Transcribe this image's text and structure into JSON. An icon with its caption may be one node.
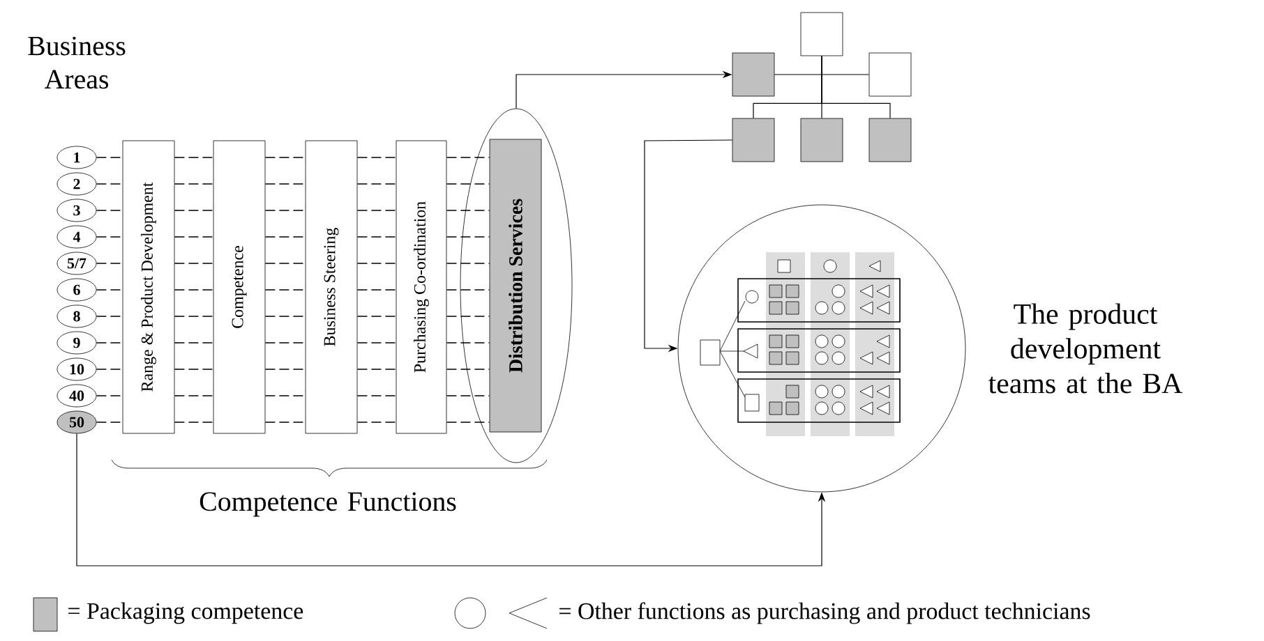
{
  "diagram": {
    "nodes": [
      {
        "text": [
          "1"
        ]
      },
      {
        "text": [
          "2"
        ]
      },
      {
        "text": [
          "3"
        ]
      },
      {
        "text": [
          "4"
        ]
      },
      {
        "text": [
          "5/7"
        ]
      },
      {
        "text": [
          "6"
        ]
      },
      {
        "text": [
          "8"
        ]
      },
      {
        "text": [
          "9"
        ]
      },
      {
        "text": [
          "10"
        ]
      },
      {
        "text": [
          "40"
        ]
      },
      {
        "text": [
          "50"
        ]
      },
      {
        "text": [
          "Range & Product Development"
        ]
      },
      {
        "text": [
          "Competence"
        ]
      },
      {
        "text": [
          "Business Steering"
        ]
      },
      {
        "text": [
          "Purchasing Co-ordination"
        ]
      },
      {
        "text": [
          "Distribution Services"
        ],
        "in": 16
      },
      {
        "text": [],
        "shape": "ellipse"
      },
      {
        "text": [],
        "shape": "box"
      },
      {
        "text": [],
        "shape": "box"
      },
      {
        "text": [],
        "shape": "box"
      },
      {
        "text": [],
        "shape": "box"
      },
      {
        "text": [],
        "shape": "box"
      },
      {
        "text": [],
        "shape": "box"
      },
      {
        "text": [],
        "shape": "circle",
        "beside": [
          "The product development teams at the BA"
        ]
      }
    ],
    "edges": [
      {
        "from": 0,
        "to": 11,
        "arrow": "none",
        "style": "dashed"
      },
      {
        "from": 11,
        "to": 12,
        "arrow": "none",
        "style": "dashed"
      },
      {
        "from": 12,
        "to": 13,
        "arrow": "none",
        "style": "dashed"
      },
      {
        "from": 13,
        "to": 14,
        "arrow": "none",
        "style": "dashed"
      },
      {
        "from": 14,
        "to": 15,
        "arrow": "none",
        "style": "dashed"
      },
      {
        "from": 1,
        "to": 11,
        "arrow": "none",
        "style": "dashed"
      },
      {
        "from": 11,
        "to": 12,
        "arrow": "none",
        "style": "dashed"
      },
      {
        "from": 12,
        "to": 13,
        "arrow": "none",
        "style": "dashed"
      },
      {
        "from": 13,
        "to": 14,
        "arrow": "none",
        "style": "dashed"
      },
      {
        "from": 14,
        "to": 15,
        "arrow": "none",
        "style": "dashed"
      },
      {
        "from": 2,
        "to": 11,
        "arrow": "none",
        "style": "dashed"
      },
      {
        "from": 11,
        "to": 12,
        "arrow": "none",
        "style": "dashed"
      },
      {
        "from": 12,
        "to": 13,
        "arrow": "none",
        "style": "dashed"
      },
      {
        "from": 13,
        "to": 14,
        "arrow": "none",
        "style": "dashed"
      },
      {
        "from": 14,
        "to": 15,
        "arrow": "none",
        "style": "dashed"
      },
      {
        "from": 3,
        "to": 11,
        "arrow": "none",
        "style": "dashed"
      },
      {
        "from": 11,
        "to": 12,
        "arrow": "none",
        "style": "dashed"
      },
      {
        "from": 12,
        "to": 13,
        "arrow": "none",
        "style": "dashed"
      },
      {
        "from": 13,
        "to": 14,
        "arrow": "none",
        "style": "dashed"
      },
      {
        "from": 14,
        "to": 15,
        "arrow": "none",
        "style": "dashed"
      },
      {
        "from": 4,
        "to": 11,
        "arrow": "none",
        "style": "dashed"
      },
      {
        "from": 11,
        "to": 12,
        "arrow": "none",
        "style": "dashed"
      },
      {
        "from": 12,
        "to": 13,
        "arrow": "none",
        "style": "dashed"
      },
      {
        "from": 13,
        "to": 14,
        "arrow": "none",
        "style": "dashed"
      },
      {
        "from": 14,
        "to": 15,
        "arrow": "none",
        "style": "dashed"
      },
      {
        "from": 5,
        "to": 11,
        "arrow": "none",
        "style": "dashed"
      },
      {
        "from": 11,
        "to": 12,
        "arrow": "none",
        "style": "dashed"
      },
      {
        "from": 12,
        "to": 13,
        "arrow": "none",
        "style": "dashed"
      },
      {
        "from": 13,
        "to": 14,
        "arrow": "none",
        "style": "dashed"
      },
      {
        "from": 14,
        "to": 15,
        "arrow": "none",
        "style": "dashed"
      },
      {
        "from": 6,
        "to": 11,
        "arrow": "none",
        "style": "dashed"
      },
      {
        "from": 11,
        "to": 12,
        "arrow": "none",
        "style": "dashed"
      },
      {
        "from": 12,
        "to": 13,
        "arrow": "none",
        "style": "dashed"
      },
      {
        "from": 13,
        "to": 14,
        "arrow": "none",
        "style": "dashed"
      },
      {
        "from": 14,
        "to": 15,
        "arrow": "none",
        "style": "dashed"
      },
      {
        "from": 7,
        "to": 11,
        "arrow": "none",
        "style": "dashed"
      },
      {
        "from": 11,
        "to": 12,
        "arrow": "none",
        "style": "dashed"
      },
      {
        "from": 12,
        "to": 13,
        "arrow": "none",
        "style": "dashed"
      },
      {
        "from": 13,
        "to": 14,
        "arrow": "none",
        "style": "dashed"
      },
      {
        "from": 14,
        "to": 15,
        "arrow": "none",
        "style": "dashed"
      },
      {
        "from": 8,
        "to": 11,
        "arrow": "none",
        "style": "dashed"
      },
      {
        "from": 11,
        "to": 12,
        "arrow": "none",
        "style": "dashed"
      },
      {
        "from": 12,
        "to": 13,
        "arrow": "none",
        "style": "dashed"
      },
      {
        "from": 13,
        "to": 14,
        "arrow": "none",
        "style": "dashed"
      },
      {
        "from": 14,
        "to": 15,
        "arrow": "none",
        "style": "dashed"
      },
      {
        "from": 9,
        "to": 11,
        "arrow": "none",
        "style": "dashed"
      },
      {
        "from": 11,
        "to": 12,
        "arrow": "none",
        "style": "dashed"
      },
      {
        "from": 12,
        "to": 13,
        "arrow": "none",
        "style": "dashed"
      },
      {
        "from": 13,
        "to": 14,
        "arrow": "none",
        "style": "dashed"
      },
      {
        "from": 14,
        "to": 15,
        "arrow": "none",
        "style": "dashed"
      },
      {
        "from": 10,
        "to": 11,
        "arrow": "none",
        "style": "dashed"
      },
      {
        "from": 11,
        "to": 12,
        "arrow": "none",
        "style": "dashed"
      },
      {
        "from": 12,
        "to": 13,
        "arrow": "none",
        "style": "dashed"
      },
      {
        "from": 13,
        "to": 14,
        "arrow": "none",
        "style": "dashed"
      },
      {
        "from": 14,
        "to": 15,
        "arrow": "none",
        "style": "dashed"
      },
      {
        "from": 16,
        "to": 18,
        "arrow": "to"
      },
      {
        "from": 20,
        "to": 23,
        "arrow": "to"
      },
      {
        "from": 10,
        "to": 23,
        "arrow": "to"
      },
      {
        "from": 18,
        "to": 19,
        "arrow": "none"
      },
      {
        "from": 17,
        "to": 20,
        "arrow": "none"
      },
      {
        "from": 17,
        "to": 21,
        "arrow": "none"
      },
      {
        "from": 17,
        "to": 22,
        "arrow": "none"
      }
    ],
    "labels": [
      "Business Areas",
      "Competence Functions"
    ],
    "legend": [
      {
        "text": "= Packaging competence",
        "color": "#c0c0c0"
      },
      {
        "text": "= Other functions as purchasing and product technicians"
      }
    ]
  }
}
